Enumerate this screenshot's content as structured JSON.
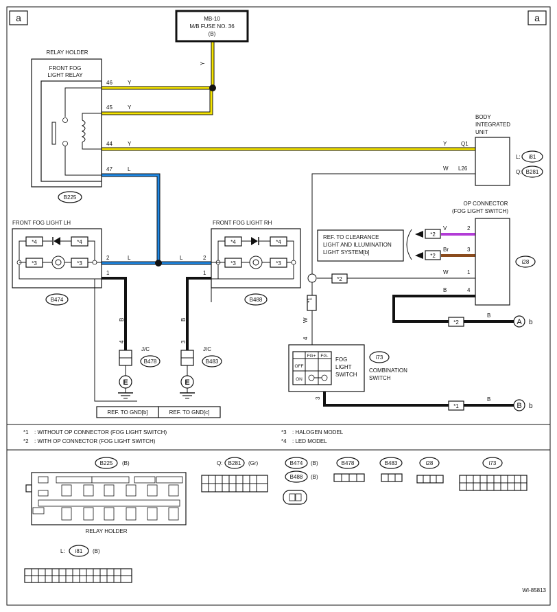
{
  "corner_tags": {
    "left": "a",
    "right": "a"
  },
  "fuse": {
    "line1": "MB-10",
    "line2": "M/B FUSE NO. 36",
    "line3": "(B)",
    "wire_color": "Y"
  },
  "relay_holder": {
    "title": "RELAY HOLDER",
    "relay_line1": "FRONT FOG",
    "relay_line2": "LIGHT RELAY",
    "connector": "B225"
  },
  "relay_pins": [
    {
      "pin": "46",
      "color": "Y"
    },
    {
      "pin": "45",
      "color": "Y"
    },
    {
      "pin": "44",
      "color": "Y"
    },
    {
      "pin": "47",
      "color": "L"
    }
  ],
  "body_unit": {
    "line1": "BODY",
    "line2": "INTEGRATED",
    "line3": "UNIT",
    "pin_q1": "Q1",
    "pin_q1_color": "Y",
    "pin_l26": "L26",
    "pin_l26_color": "W",
    "conn_l_prefix": "L:",
    "conn_l": "i81",
    "conn_q_prefix": "Q:",
    "conn_q": "B281"
  },
  "op_connector": {
    "line1": "OP CONNECTOR",
    "line2": "(FOG LIGHT SWITCH)",
    "connector": "i28",
    "pins": [
      {
        "pin": "2",
        "color": "V"
      },
      {
        "pin": "3",
        "color": "Br"
      },
      {
        "pin": "1",
        "color": "W"
      },
      {
        "pin": "4",
        "color": "B"
      }
    ]
  },
  "ref_clearance": {
    "line1": "REF. TO CLEARANCE",
    "line2": "LIGHT AND ILLUMINATION",
    "line3": "LIGHT SYSTEM[b]"
  },
  "fog_lh": {
    "title": "FRONT FOG LIGHT LH",
    "connector": "B474",
    "pin2": "2",
    "pin1": "1",
    "color_l": "L",
    "color_b": "B",
    "jc_pin": "4",
    "jc": "J/C",
    "jc_conn": "B478"
  },
  "fog_rh": {
    "title": "FRONT FOG LIGHT RH",
    "connector": "B488",
    "pin2": "2",
    "pin1": "1",
    "color_l": "L",
    "color_b": "B",
    "jc_pin": "3",
    "jc": "J/C",
    "jc_conn": "B483"
  },
  "ground_symbol": "E",
  "gnd_refs": [
    "REF. TO GND[b]",
    "REF. TO GND[c]"
  ],
  "symbols": {
    "s1": "*1",
    "s2": "*2",
    "s3": "*3",
    "s4": "*4"
  },
  "fog_switch": {
    "line1": "FOG",
    "line2": "LIGHT",
    "line3": "SWITCH",
    "label_fgp": "FG+",
    "label_fgm": "FG-",
    "label_off": "OFF",
    "label_on": "ON",
    "combo1": "COMBINATION",
    "combo2": "SWITCH",
    "connector": "i73",
    "pin_top": "4",
    "pin_top_color": "W",
    "pin_bottom": "3",
    "pin_bottom_color": "B"
  },
  "off_page": {
    "a_label": "A",
    "b_label": "B",
    "suffix": "b",
    "wire_color": "B"
  },
  "legend": [
    {
      "sym": "*1",
      "text": ": WITHOUT OP CONNECTOR (FOG LIGHT SWITCH)"
    },
    {
      "sym": "*2",
      "text": ": WITH OP CONNECTOR (FOG LIGHT SWITCH)"
    },
    {
      "sym": "*3",
      "text": ": HALOGEN MODEL"
    },
    {
      "sym": "*4",
      "text": ": LED MODEL"
    }
  ],
  "connector_views": {
    "b225": {
      "name": "B225",
      "color": "(B)",
      "caption": "RELAY HOLDER"
    },
    "b281": {
      "prefix": "Q:",
      "name": "B281",
      "color": "(Gr)"
    },
    "b474": {
      "name": "B474",
      "color": "(B)"
    },
    "b488": {
      "name": "B488",
      "color": "(B)"
    },
    "b478": {
      "name": "B478"
    },
    "b483": {
      "name": "B483"
    },
    "i28": {
      "name": "i28"
    },
    "i73": {
      "name": "i73"
    },
    "i81": {
      "prefix": "L:",
      "name": "i81",
      "color": "(B)"
    }
  },
  "colors": {
    "yellow": "#f5e400",
    "blue": "#1e88e5",
    "violet": "#b23cd6",
    "brown": "#8a4b1d",
    "black": "#111111"
  },
  "doc_code": "WI-85813"
}
